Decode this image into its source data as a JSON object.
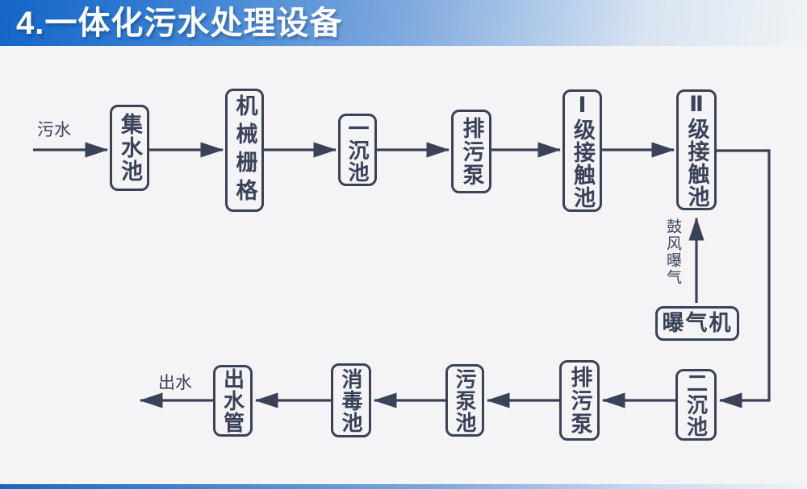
{
  "header": {
    "title": "4.一体化污水处理设备"
  },
  "colors": {
    "ink": "#3a4258",
    "canvas_bg": "#f4f4f6",
    "header_blue_start": "#1565c6",
    "header_blue_end": "#f1f3f5"
  },
  "flowchart": {
    "inlet_label": "污水",
    "outlet_label": "出水",
    "aeration_flow_label": "鼓风曝气",
    "aerator_label": "曝气机",
    "top_row": [
      "集水池",
      "机械栅格",
      "一沉池",
      "排污泵",
      "Ⅰ级接触池",
      "Ⅱ级接触池"
    ],
    "bottom_row": [
      "二沉池",
      "排污泵",
      "污泵池",
      "消毒池",
      "出水管"
    ]
  }
}
